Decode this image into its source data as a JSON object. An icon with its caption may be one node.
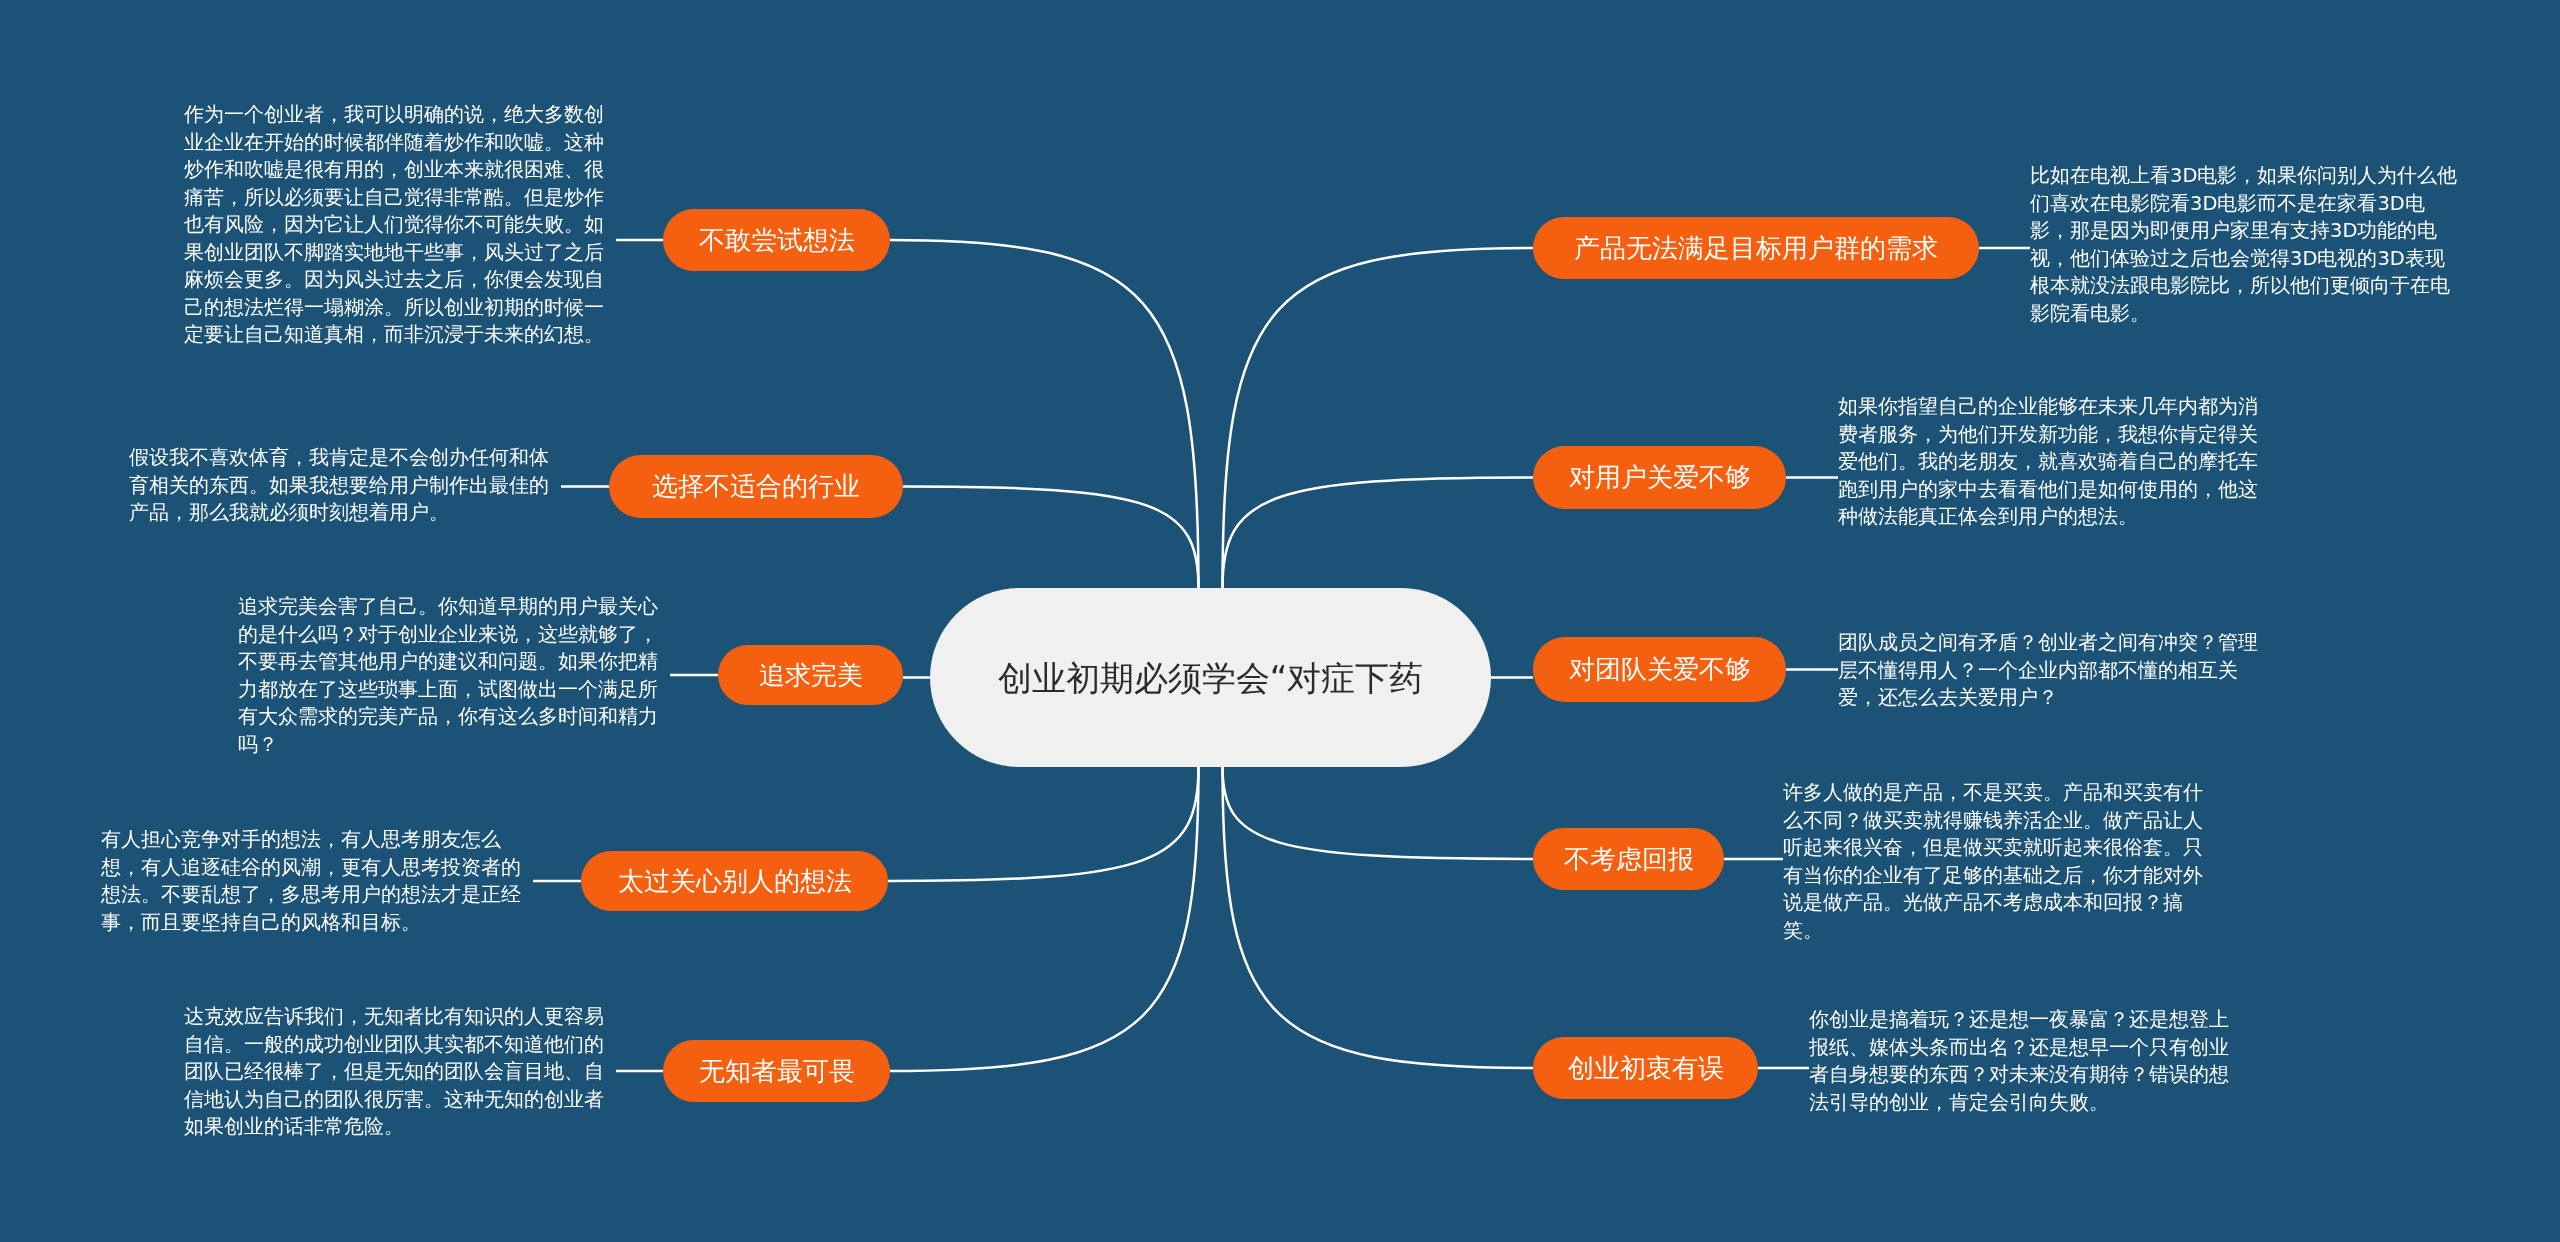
{
  "diagram": {
    "nodes": [
      {
        "text": [
          "创业初期必须学会“对症下药"
        ]
      },
      {
        "text": [
          "不敢尝试想法"
        ]
      },
      {
        "text": [
          "作为一个创业者，我可以明确的说，绝大多数创业企业在开始的时候都伴随着炒作和吹嘘。这种炒作和吹嘘是很有用的，创业本来就很困难、很痛苦，所以必须要让自己觉得非常酷。但是炒作也有风险，因为它让人们觉得你不可能失败。如果创业团队不脚踏实地地干些事，风头过了之后麻烦会更多。因为风头过去之后，你便会发现自己的想法烂得一塌糊涂。所以创业初期的时候一定要让自己知道真相，而非沉浸于未来的幻想。"
        ]
      },
      {
        "text": [
          "选择不适合的行业"
        ]
      },
      {
        "text": [
          "假设我不喜欢体育，我肯定是不会创办任何和体育相关的东西。如果我想要给用户制作出最佳的产品，那么我就必须时刻想着用户。"
        ]
      },
      {
        "text": [
          "追求完美"
        ]
      },
      {
        "text": [
          "追求完美会害了自己。你知道早期的用户最关心的是什么吗？对于创业企业来说，这些就够了，不要再去管其他用户的建议和问题。如果你把精力都放在了这些琐事上面，试图做出一个满足所有大众需求的完美产品，你有这么多时间和精力吗？"
        ]
      },
      {
        "text": [
          "太过关心别人的想法"
        ]
      },
      {
        "text": [
          "有人担心竞争对手的想法，有人思考朋友怎么想，有人追逐硅谷的风潮，更有人思考投资者的想法。不要乱想了，多思考用户的想法才是正经事，而且要坚持自己的风格和目标。"
        ]
      },
      {
        "text": [
          "无知者最可畏"
        ]
      },
      {
        "text": [
          "达克效应告诉我们，无知者比有知识的人更容易自信。一般的成功创业团队其实都不知道他们的团队已经很棒了，但是无知的团队会盲目地、自信地认为自己的团队很厉害。这种无知的创业者如果创业的话非常危险。"
        ]
      },
      {
        "text": [
          "产品无法满足目标用户群的需求"
        ]
      },
      {
        "text": [
          "比如在电视上看3D电影，如果你问别人为什么他们喜欢在电影院看3D电影而不是在家看3D电影，那是因为即便用户家里有支持3D功能的电视，他们体验过之后也会觉得3D电视的3D表现根本就没法跟电影院比，所以他们更倾向于在电影院看电影。"
        ]
      },
      {
        "text": [
          "对用户关爱不够"
        ]
      },
      {
        "text": [
          "如果你指望自己的企业能够在未来几年内都为消费者服务，为他们开发新功能，我想你肯定得关爱他们。我的老朋友，就喜欢骑着自己的摩托车跑到用户的家中去看看他们是如何使用的，他这种做法能真正体会到用户的想法。"
        ]
      },
      {
        "text": [
          "对团队关爱不够"
        ]
      },
      {
        "text": [
          "团队成员之间有矛盾？创业者之间有冲突？管理层不懂得用人？一个企业内部都不懂的相互关爱，还怎么去关爱用户？"
        ]
      },
      {
        "text": [
          "不考虑回报"
        ]
      },
      {
        "text": [
          "许多人做的是产品，不是买卖。产品和买卖有什么不同？做买卖就得赚钱养活企业。做产品让人听起来很兴奋，但是做买卖就听起来很俗套。只有当你的企业有了足够的基础之后，你才能对外说是做产品。光做产品不考虑成本和回报？搞笑。"
        ]
      },
      {
        "text": [
          "创业初衷有误"
        ]
      },
      {
        "text": [
          "你创业是搞着玩？还是想一夜暴富？还是想登上报纸、媒体头条而出名？还是想早一个只有创业者自身想要的东西？对未来没有期待？错误的想法引导的创业，肯定会引向失败。"
        ]
      }
    ],
    "edges": [
      {
        "from": 0,
        "to": 1,
        "arrow": "none"
      },
      {
        "from": 1,
        "to": 2,
        "arrow": "none"
      },
      {
        "from": 0,
        "to": 3,
        "arrow": "none"
      },
      {
        "from": 3,
        "to": 4,
        "arrow": "none"
      },
      {
        "from": 0,
        "to": 5,
        "arrow": "none"
      },
      {
        "from": 5,
        "to": 6,
        "arrow": "none"
      },
      {
        "from": 0,
        "to": 7,
        "arrow": "none"
      },
      {
        "from": 7,
        "to": 8,
        "arrow": "none"
      },
      {
        "from": 0,
        "to": 9,
        "arrow": "none"
      },
      {
        "from": 9,
        "to": 10,
        "arrow": "none"
      },
      {
        "from": 0,
        "to": 11,
        "arrow": "none"
      },
      {
        "from": 11,
        "to": 12,
        "arrow": "none"
      },
      {
        "from": 0,
        "to": 13,
        "arrow": "none"
      },
      {
        "from": 13,
        "to": 14,
        "arrow": "none"
      },
      {
        "from": 0,
        "to": 15,
        "arrow": "none"
      },
      {
        "from": 15,
        "to": 16,
        "arrow": "none"
      },
      {
        "from": 0,
        "to": 17,
        "arrow": "none"
      },
      {
        "from": 17,
        "to": 18,
        "arrow": "none"
      },
      {
        "from": 0,
        "to": 19,
        "arrow": "none"
      },
      {
        "from": 19,
        "to": 20,
        "arrow": "none"
      }
    ]
  }
}
